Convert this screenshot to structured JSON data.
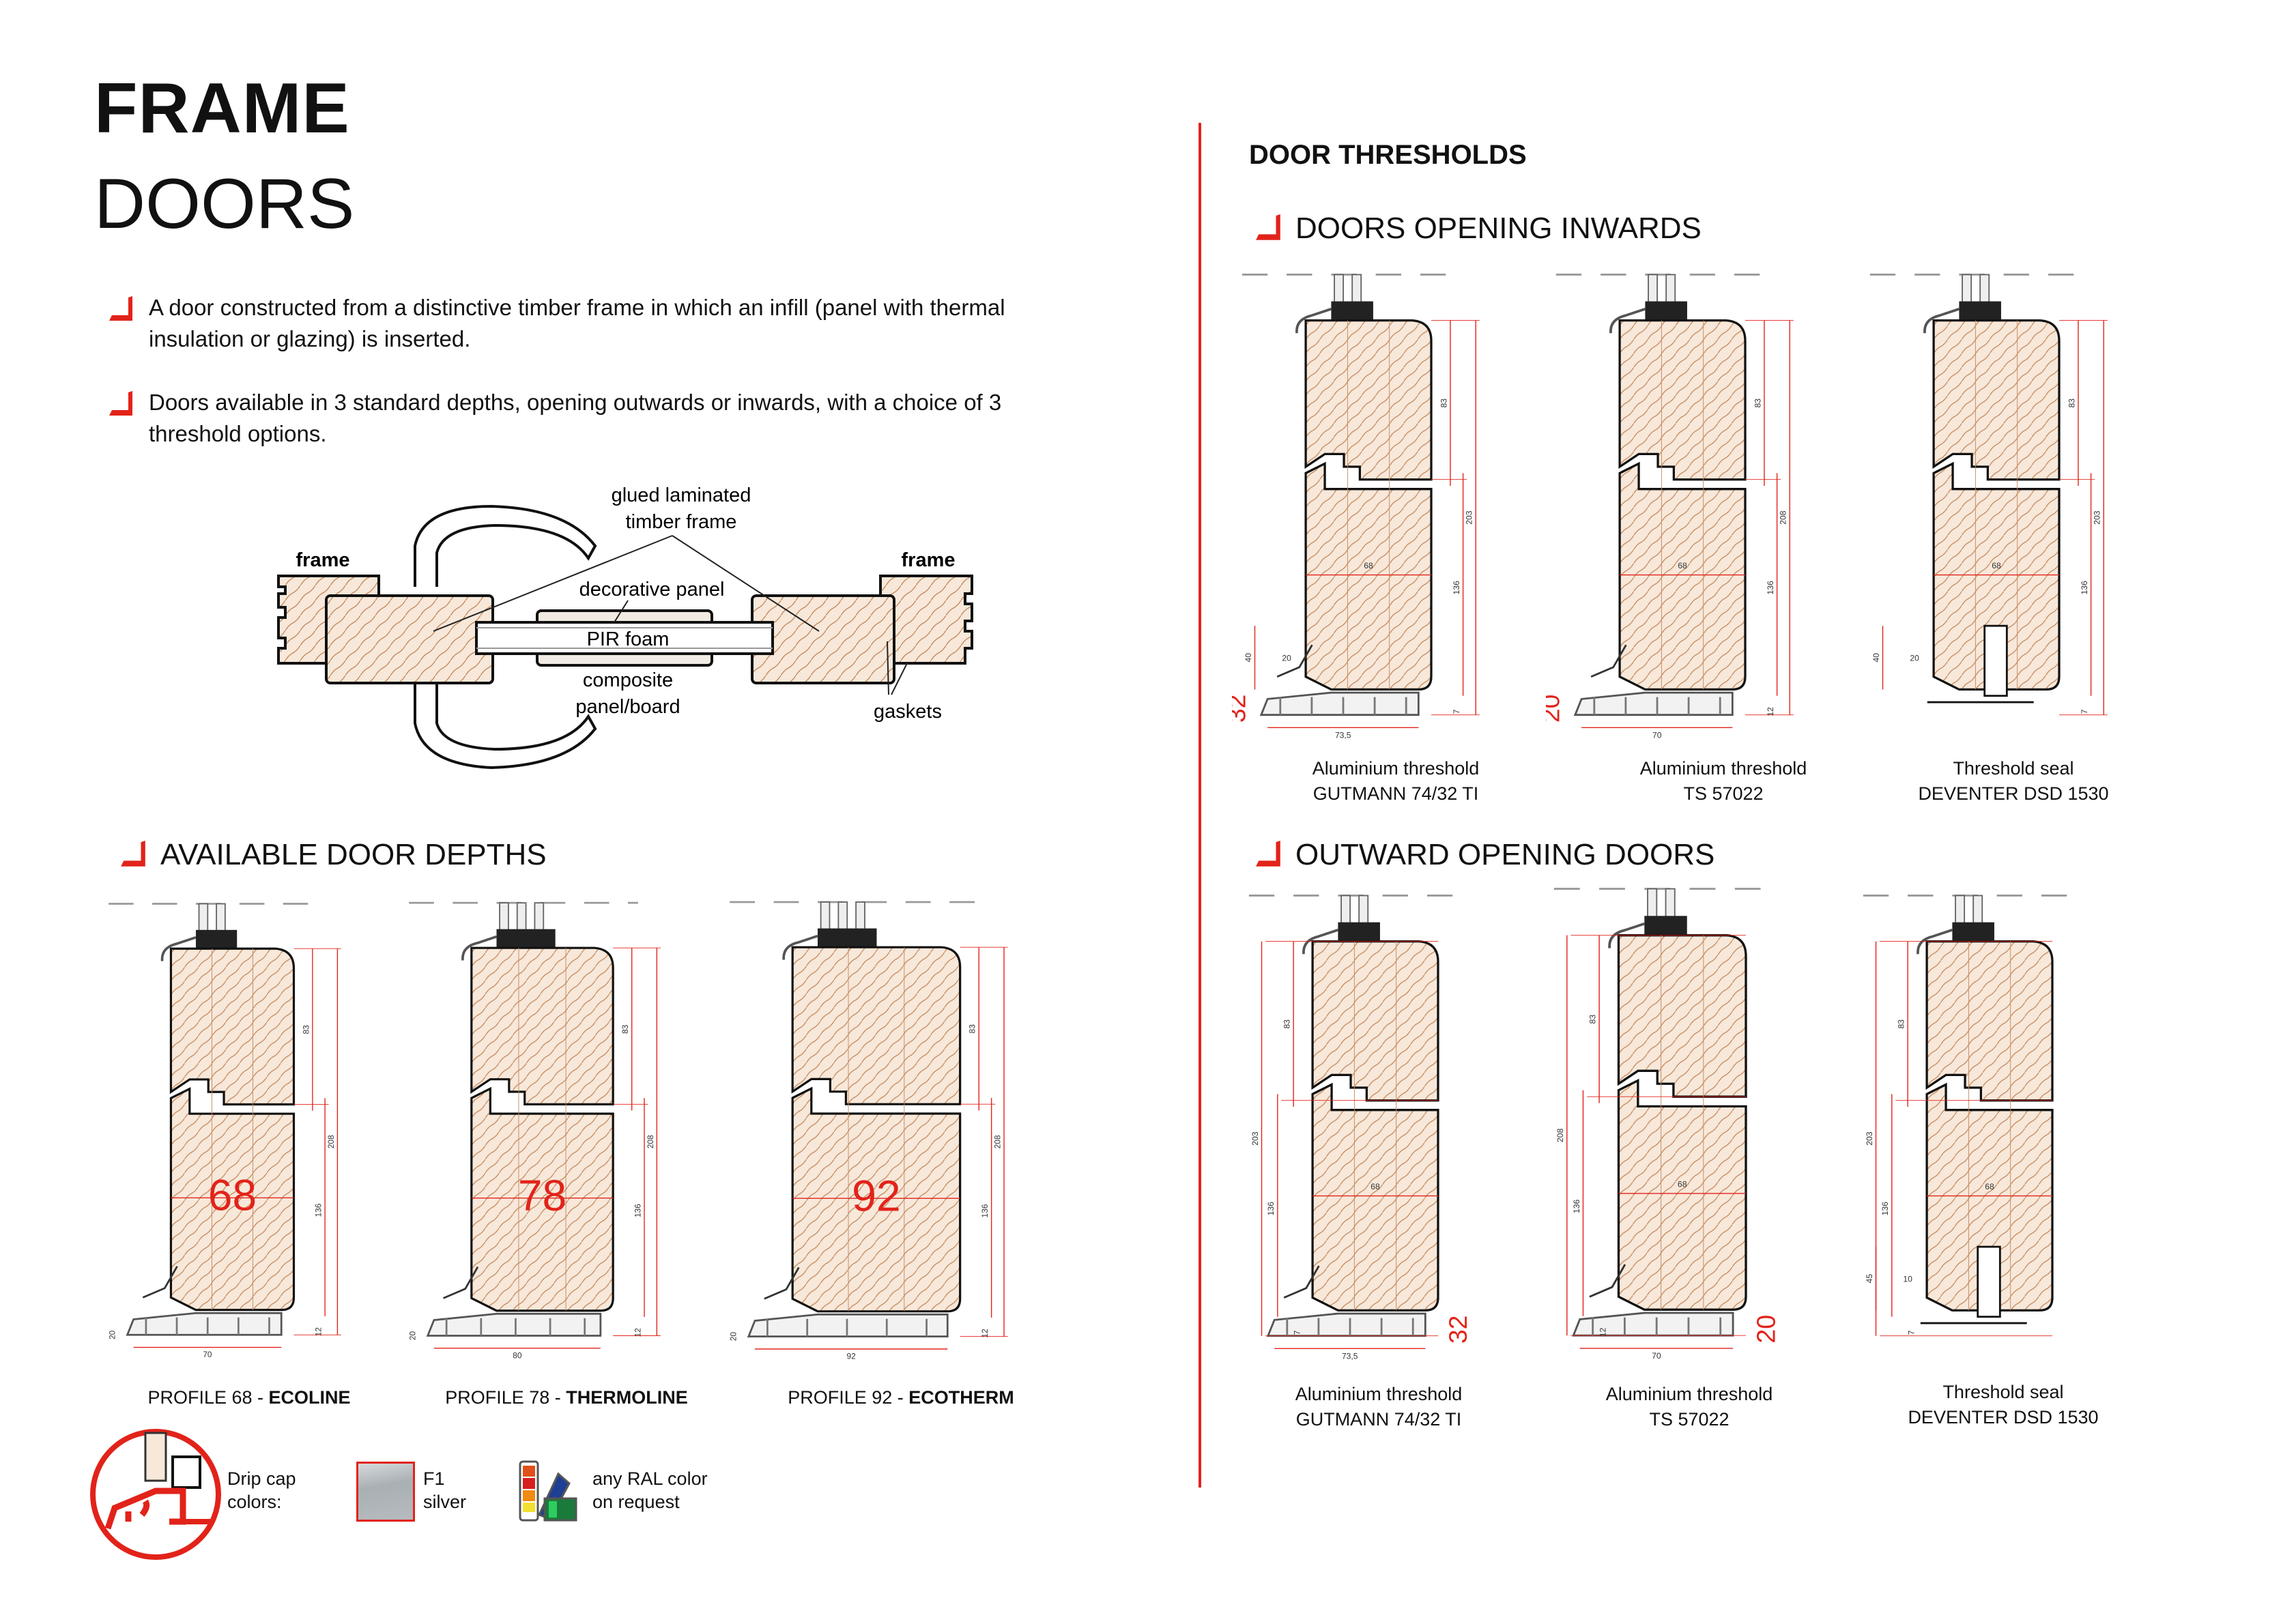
{
  "header": {
    "title_bold": "FRAME",
    "title": "DOORS"
  },
  "bullets": [
    "A door constructed from a distinctive timber frame in which an infill (panel with thermal insulation or glazing) is inserted.",
    "Doors available in 3 standard depths, opening outwards or inwards, with a choice of 3 threshold options."
  ],
  "diagram": {
    "glued_line1": "glued laminated",
    "glued_line2": "timber frame",
    "frame_left": "frame",
    "frame_right": "frame",
    "decorative_panel": "decorative panel",
    "pir_foam": "PIR foam",
    "composite_line1": "composite",
    "composite_line2": "panel/board",
    "gaskets": "gaskets"
  },
  "depths": {
    "heading": "AVAILABLE DOOR DEPTHS",
    "profiles": [
      {
        "depth": "68",
        "caption_prefix": "PROFILE 68 - ",
        "caption_bold": "ECOLINE",
        "dims": {
          "upper": "83",
          "lower": "136",
          "total": "208",
          "bottom": "12",
          "side": "20",
          "width": "70"
        }
      },
      {
        "depth": "78",
        "caption_prefix": "PROFILE 78 - ",
        "caption_bold": "THERMOLINE",
        "dims": {
          "upper": "83",
          "lower": "136",
          "total": "208",
          "bottom": "12",
          "side": "20",
          "width": "80"
        }
      },
      {
        "depth": "92",
        "caption_prefix": "PROFILE 92 - ",
        "caption_bold": "ECOTHERM",
        "dims": {
          "upper": "83",
          "lower": "136",
          "total": "208",
          "bottom": "12",
          "side": "20",
          "width": "92"
        }
      }
    ]
  },
  "drip_cap": {
    "label_line1": "Drip cap",
    "label_line2": "colors:",
    "silver_code": "F1",
    "silver_name": "silver",
    "ral_line1": "any RAL color",
    "ral_line2": "on request",
    "silver_color": "#a9b0b4"
  },
  "thresholds": {
    "heading": "DOOR THRESHOLDS",
    "inward": {
      "heading": "DOORS OPENING INWARDS",
      "items": [
        {
          "title": "Aluminium threshold",
          "model": "GUTMANN 74/32 TI",
          "big": "32",
          "dims": {
            "upper": "83",
            "lower": "136",
            "total": "203",
            "bottom": "7",
            "depth": "68",
            "width": "73,5",
            "side_h": "40",
            "side_w": "20"
          }
        },
        {
          "title": "Aluminium threshold",
          "model": "TS 57022",
          "big": "20",
          "dims": {
            "upper": "83",
            "lower": "136",
            "total": "208",
            "bottom": "12",
            "depth": "68",
            "width": "70"
          }
        },
        {
          "title": "Threshold seal",
          "model": "DEVENTER DSD 1530",
          "big": "",
          "dims": {
            "upper": "83",
            "lower": "136",
            "total": "203",
            "bottom": "7",
            "depth": "68",
            "side_h": "40",
            "side_w": "20"
          }
        }
      ]
    },
    "outward": {
      "heading": "OUTWARD OPENING DOORS",
      "items": [
        {
          "title": "Aluminium threshold",
          "model": "GUTMANN 74/32 TI",
          "big": "32",
          "dims": {
            "upper": "83",
            "lower": "136",
            "total": "203",
            "bottom": "7",
            "depth": "68",
            "width": "73,5"
          }
        },
        {
          "title": "Aluminium threshold",
          "model": "TS 57022",
          "big": "20",
          "dims": {
            "upper": "83",
            "lower": "136",
            "total": "208",
            "bottom": "12",
            "depth": "68",
            "width": "70"
          }
        },
        {
          "title": "Threshold seal",
          "model": "DEVENTER DSD 1530",
          "big": "",
          "dims": {
            "upper": "83",
            "lower": "136",
            "total": "203",
            "bottom": "7",
            "depth": "68",
            "side_h": "45",
            "side_w": "10"
          }
        }
      ]
    }
  },
  "colors": {
    "accent": "#e2231a",
    "wood": "#f7e8da",
    "grain": "#c58a5e"
  }
}
